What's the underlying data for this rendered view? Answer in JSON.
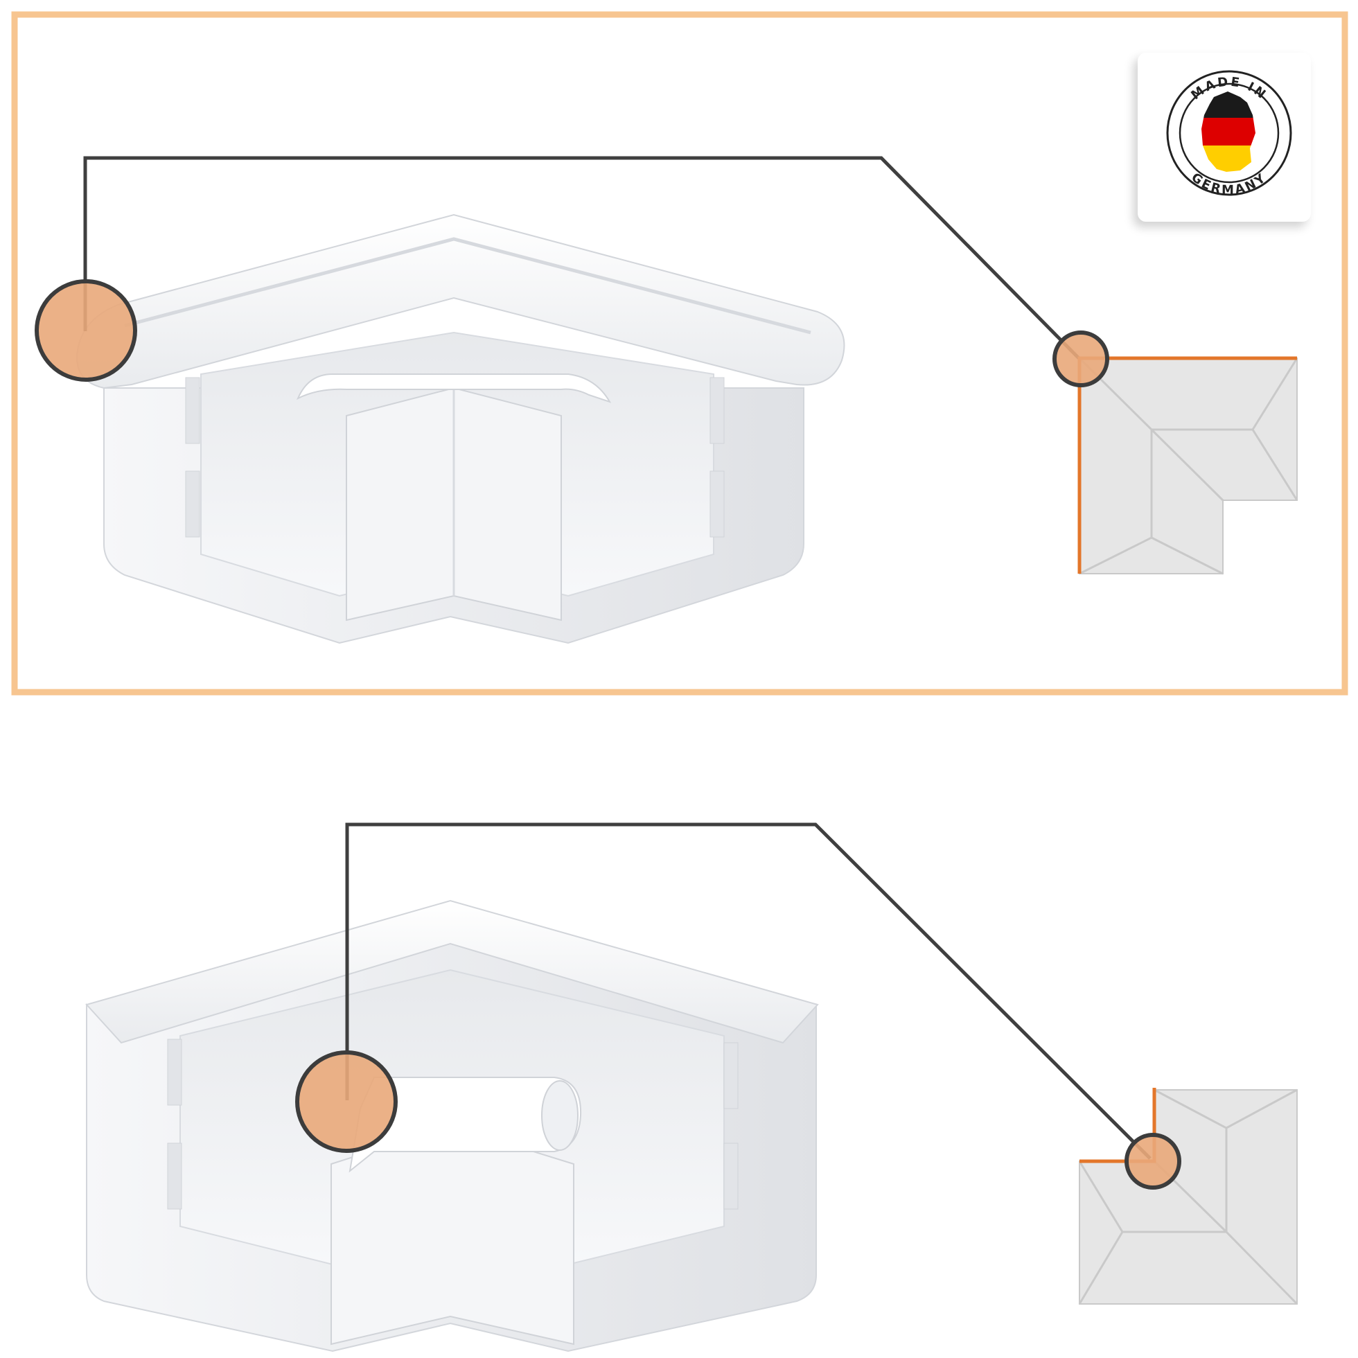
{
  "colors": {
    "frame": "#f7c590",
    "marker_fill": "#e9a97a",
    "marker_stroke": "#3c3c3c",
    "leader_line": "#3f3f3f",
    "diagram_fill": "#e6e6e6",
    "diagram_line": "#c9c9c9",
    "diagram_edge": "#e3762a",
    "gutter_white": "#f3f4f6",
    "gutter_shade": "#dcdee2",
    "flag_black": "#1a1a1a",
    "flag_red": "#dd0000",
    "flag_gold": "#ffce00"
  },
  "badge": {
    "line1": "MADE IN",
    "line2": "GERMANY",
    "icon": "germany-flag-map-icon"
  },
  "panels": {
    "top": {
      "product": "gutter-outer-corner-image",
      "diagram": "outer-corner-diagram"
    },
    "bottom": {
      "product": "gutter-inner-corner-image",
      "diagram": "inner-corner-diagram"
    }
  }
}
